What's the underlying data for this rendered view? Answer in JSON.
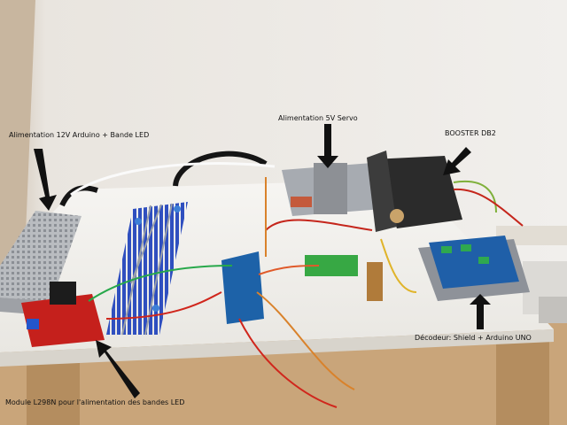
{
  "annotations": {
    "power_supply": "Alimentation 12V Arduino + Bande LED",
    "servo_power": "Alimentation 5V Servo",
    "booster": "BOOSTER DB2",
    "decoder": "Décodeur: Shield + Arduino UNO",
    "l298n_module": "Module L298N pour l'alimentation des bandes LED"
  },
  "colors": {
    "board": "#f4f3ef",
    "wall": "#e5e2dc",
    "wood": "#c9a57a",
    "track_ties": "#2f4fbf",
    "arduino": "#1f5fa8",
    "booster": "#2b2b2b",
    "arrow": "#111111"
  }
}
